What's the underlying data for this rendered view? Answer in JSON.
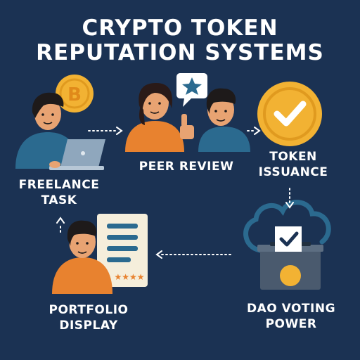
{
  "title": {
    "line1": "CRYPTO TOKEN",
    "line2": "REPUTATION SYSTEMS"
  },
  "steps": [
    {
      "line1": "FREELANCE",
      "line2": "TASK",
      "icon": "freelancer-laptop-bitcoin-icon"
    },
    {
      "line1": "PEER REVIEW",
      "line2": "",
      "icon": "peer-review-thumbs-up-icon"
    },
    {
      "line1": "TOKEN",
      "line2": "ISSUANCE",
      "icon": "checkmark-coin-icon"
    },
    {
      "line1": "DAO VOTING",
      "line2": "POWER",
      "icon": "ballot-box-icon"
    },
    {
      "line1": "PORTFOLIO",
      "line2": "DISPLAY",
      "icon": "portfolio-document-icon"
    }
  ],
  "colors": {
    "background": "#1b3253",
    "coin": "#f2b233",
    "orange": "#e8822f",
    "teal": "#2b6a8f",
    "cream": "#f5eedb",
    "arrow": "#ffffff"
  }
}
